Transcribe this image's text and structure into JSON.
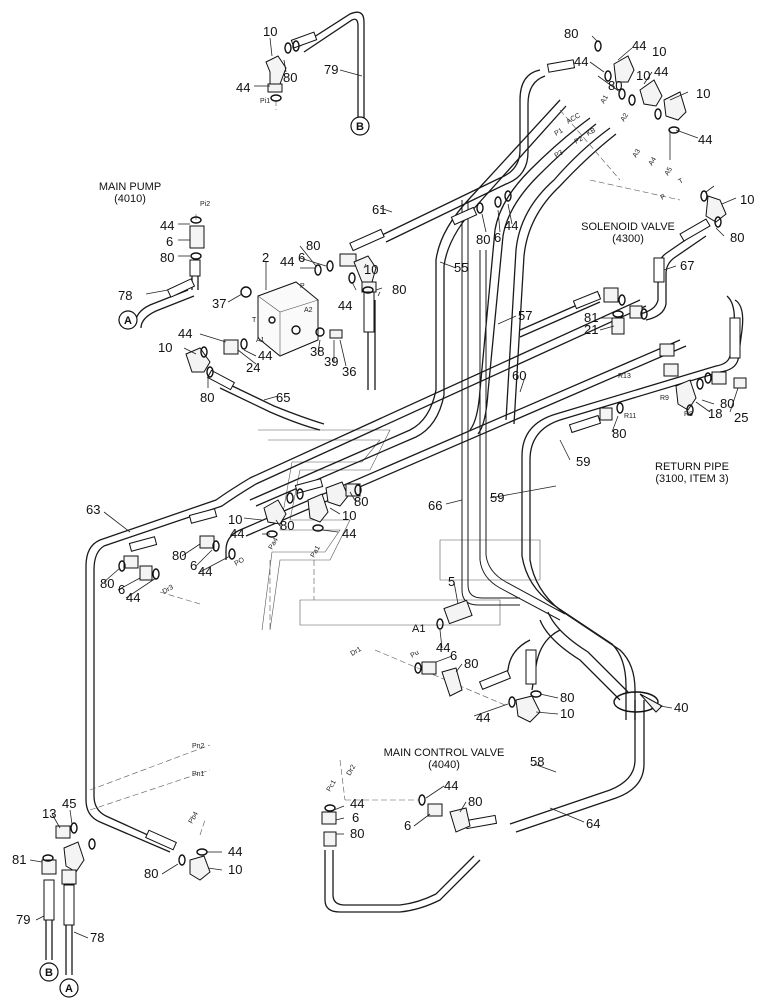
{
  "captions": {
    "main_pump": "MAIN PUMP",
    "main_pump_ref": "(4010)",
    "solenoid_valve": "SOLENOID VALVE",
    "solenoid_valve_ref": "(4300)",
    "return_pipe": "RETURN PIPE",
    "return_pipe_ref": "(3100, ITEM 3)",
    "main_control_valve": "MAIN CONTROL VALVE",
    "main_control_valve_ref": "(4040)"
  },
  "connectors": {
    "a": "A",
    "b": "B"
  },
  "part_numbers": [
    "10",
    "80",
    "79",
    "44",
    "80",
    "44",
    "10",
    "44",
    "10",
    "80",
    "10",
    "44",
    "44",
    "10",
    "80",
    "44",
    "6",
    "80",
    "78",
    "37",
    "2",
    "80",
    "6",
    "44",
    "10",
    "80",
    "44",
    "61",
    "55",
    "80",
    "6",
    "44",
    "44",
    "10",
    "24",
    "44",
    "38",
    "39",
    "36",
    "80",
    "65",
    "67",
    "57",
    "81",
    "21",
    "60",
    "80",
    "18",
    "25",
    "80",
    "59",
    "59",
    "66",
    "63",
    "80",
    "10",
    "80",
    "10",
    "44",
    "44",
    "80",
    "6",
    "44",
    "80",
    "6",
    "44",
    "5",
    "44",
    "6",
    "80",
    "80",
    "44",
    "10",
    "40",
    "58",
    "64",
    "44",
    "80",
    "6",
    "44",
    "6",
    "80",
    "13",
    "45",
    "81",
    "44",
    "80",
    "10",
    "79",
    "78"
  ],
  "ports": {
    "pi1": "Pi1",
    "pi2": "Pi2",
    "p": "P",
    "t": "T",
    "a1": "A1",
    "a2": "A2",
    "a1_sv": "A1",
    "a2_sv": "A2",
    "a3": "A3",
    "a4": "A4",
    "a5": "A5",
    "acc": "ACC",
    "kb": "KB",
    "p1": "P1",
    "p2": "P2",
    "p3": "P3",
    "p_sv": "P",
    "t_sv": "T",
    "r13": "R13",
    "r9": "R9",
    "r8": "R8",
    "r11": "R11",
    "pa4": "Pa4",
    "pa1": "Pa1",
    "po": "PO",
    "dr3": "Dr3",
    "a_mcv": "A1",
    "pu": "Pu",
    "dr1": "Dr1",
    "pn2": "Pn2",
    "pn1": "Pn1",
    "pb4": "Pb4",
    "pc1": "Pc1",
    "dr2": "Dr2"
  }
}
